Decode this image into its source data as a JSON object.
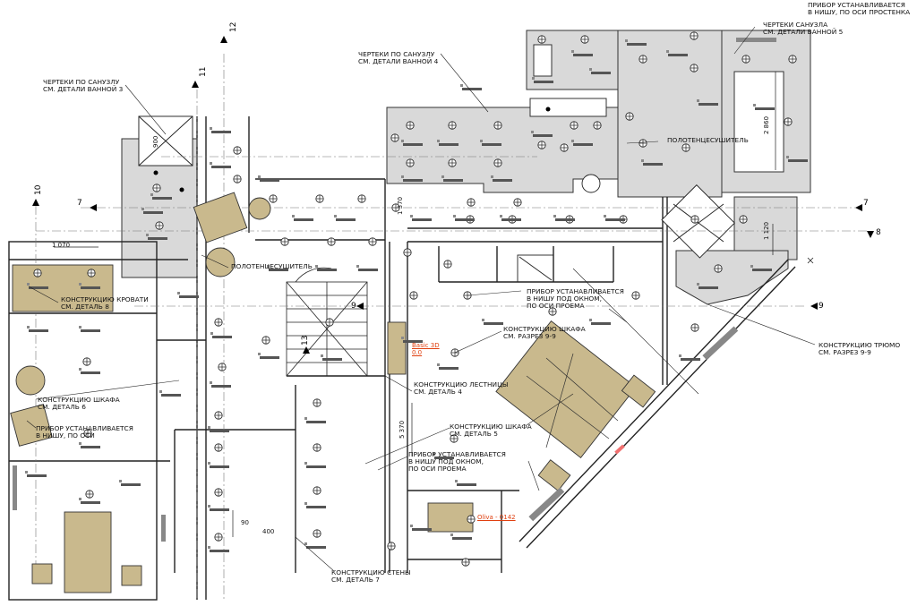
{
  "axes": {
    "a7": "7",
    "a8": "8",
    "a9": "9",
    "a10": "10",
    "a11": "11",
    "a12": "12",
    "a13": "13"
  },
  "dims": {
    "d1070": "1 070",
    "d2860": "2 860",
    "d1120": "1 120",
    "d900": "900",
    "d1370": "1 370",
    "d5370": "5 370",
    "d90": "90",
    "d400": "400"
  },
  "labels": {
    "bath3": [
      "ЧЕРТЕКИ ПО САНУЗЛУ",
      "СМ. ДЕТАЛИ ВАННОЙ 3"
    ],
    "bath4": [
      "ЧЕРТЕКИ ПО САНУЗЛУ",
      "СМ. ДЕТАЛИ ВАННОЙ 4"
    ],
    "bath5": [
      "ЧЕРТЕКИ САНУЗЛА",
      "СМ. ДЕТАЛИ ВАННОЙ 5"
    ],
    "device_top": [
      "ПРИБОР УСТАНАВЛИВАЕТСЯ",
      "В НИШУ, ПО ОСИ ПРОСТЕНКА"
    ],
    "towel1": "ПОЛОТЕНЦЕСУШИТЕЛЬ",
    "towel2": "ПОЛОТЕНЦЕСУШИТЕЛЬ",
    "bed": [
      "КОНСТРУКЦИЮ КРОВАТИ",
      "СМ. ДЕТАЛЬ 8"
    ],
    "device_window1": [
      "ПРИБОР УСТАНАВЛИВАЕТСЯ",
      "В НИШУ ПОД ОКНОМ,",
      "ПО ОСИ ПРОЕМА"
    ],
    "wardrobe_cut": [
      "КОНСТРУКЦИЮ ШКАФА",
      "СМ. РАЗРЕЗ 9-9"
    ],
    "trumo": [
      "КОНСТРУКЦИЮ ТРЮМО",
      "СМ. РАЗРЕЗ 9-9"
    ],
    "stairs": [
      "КОНСТРУКЦИЮ ЛЕСТНИЦЫ",
      "СМ. ДЕТАЛЬ 4"
    ],
    "wardrobe6": [
      "КОНСТРУКЦИЮ ШКАФА",
      "СМ. ДЕТАЛЬ 6"
    ],
    "device_axis": [
      "ПРИБОР УСТАНАВЛИВАЕТСЯ",
      "В НИШУ, ПО ОСИ"
    ],
    "wardrobe5": [
      "КОНСТРУКЦИЮ ШКАФА",
      "СМ. ДЕТАЛЬ 5"
    ],
    "device_window2": [
      "ПРИБОР УСТАНАВЛИВАЕТСЯ",
      "В НИШУ ПОД ОКНОМ,",
      "ПО ОСИ ПРОЕМА"
    ],
    "wall": [
      "КОНСТРУКЦИЮ СТЕНЫ",
      "СМ. ДЕТАЛЬ 7"
    ]
  },
  "refs": {
    "basic": [
      "Basic 3D",
      "0.0"
    ],
    "oliva": "Oliva - 0142"
  },
  "colors": {
    "room_fill": "#d8d8d8",
    "furniture": "#c9b98d",
    "line": "#222222",
    "axis_line": "#666666",
    "ref_text": "#e04010"
  }
}
